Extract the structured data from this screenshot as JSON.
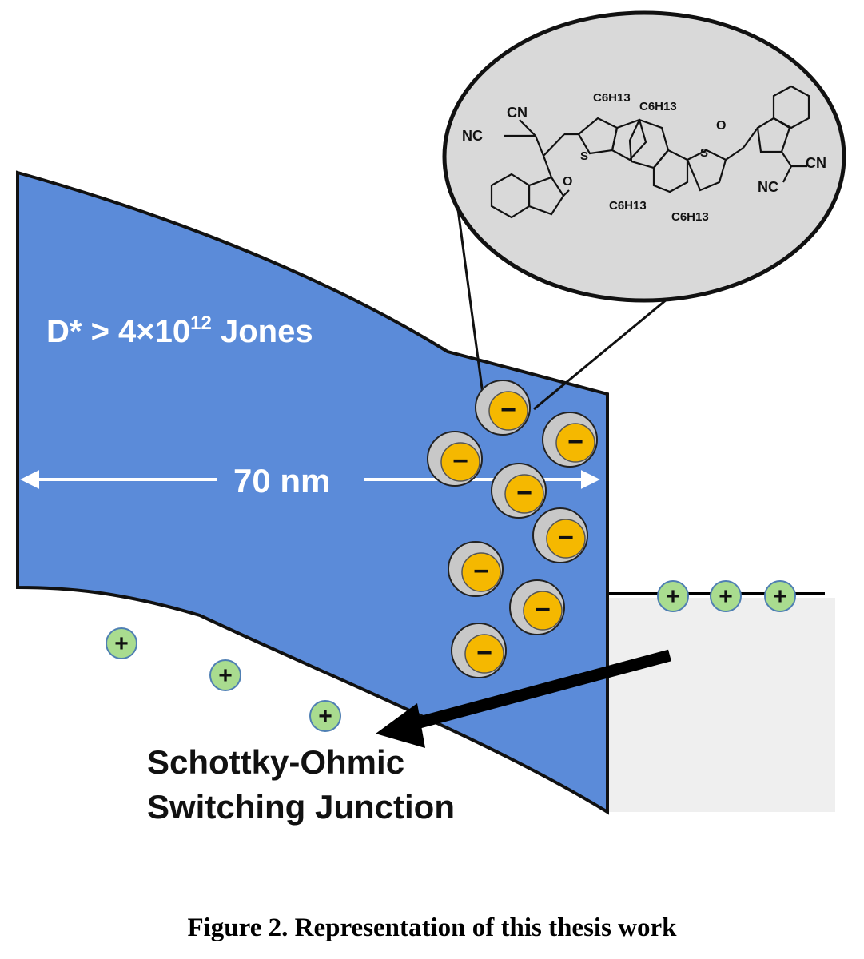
{
  "diagram": {
    "detectivity_label": {
      "prefix": "D* > 4×10",
      "exponent": "12",
      "suffix": " Jones"
    },
    "width_label": "70 nm",
    "junction_label": {
      "line1": "Schottky-Ohmic",
      "line2": "Switching Junction"
    },
    "charges": {
      "negative_symbol": "−",
      "positive_symbol": "+"
    },
    "molecule_labels": {
      "cn_top": "CN",
      "nc_left": "NC",
      "o_left": "O",
      "s_left": "S",
      "c6h13_top1": "C6H13",
      "c6h13_top2": "C6H13",
      "c6h13_bot1": "C6H13",
      "c6h13_bot2": "C6H13",
      "s_right": "S",
      "o_right": "O",
      "cn_right": "CN",
      "nc_right": "NC"
    },
    "colors": {
      "band": "#5b8bd9",
      "electron": "#f5b800",
      "electron_halo": "#c8c8c8",
      "hole": "#a9dc8f",
      "zoom_bubble": "#d9d9d9",
      "metal": "#efefef"
    }
  },
  "caption": "Figure 2. Representation of this thesis work"
}
